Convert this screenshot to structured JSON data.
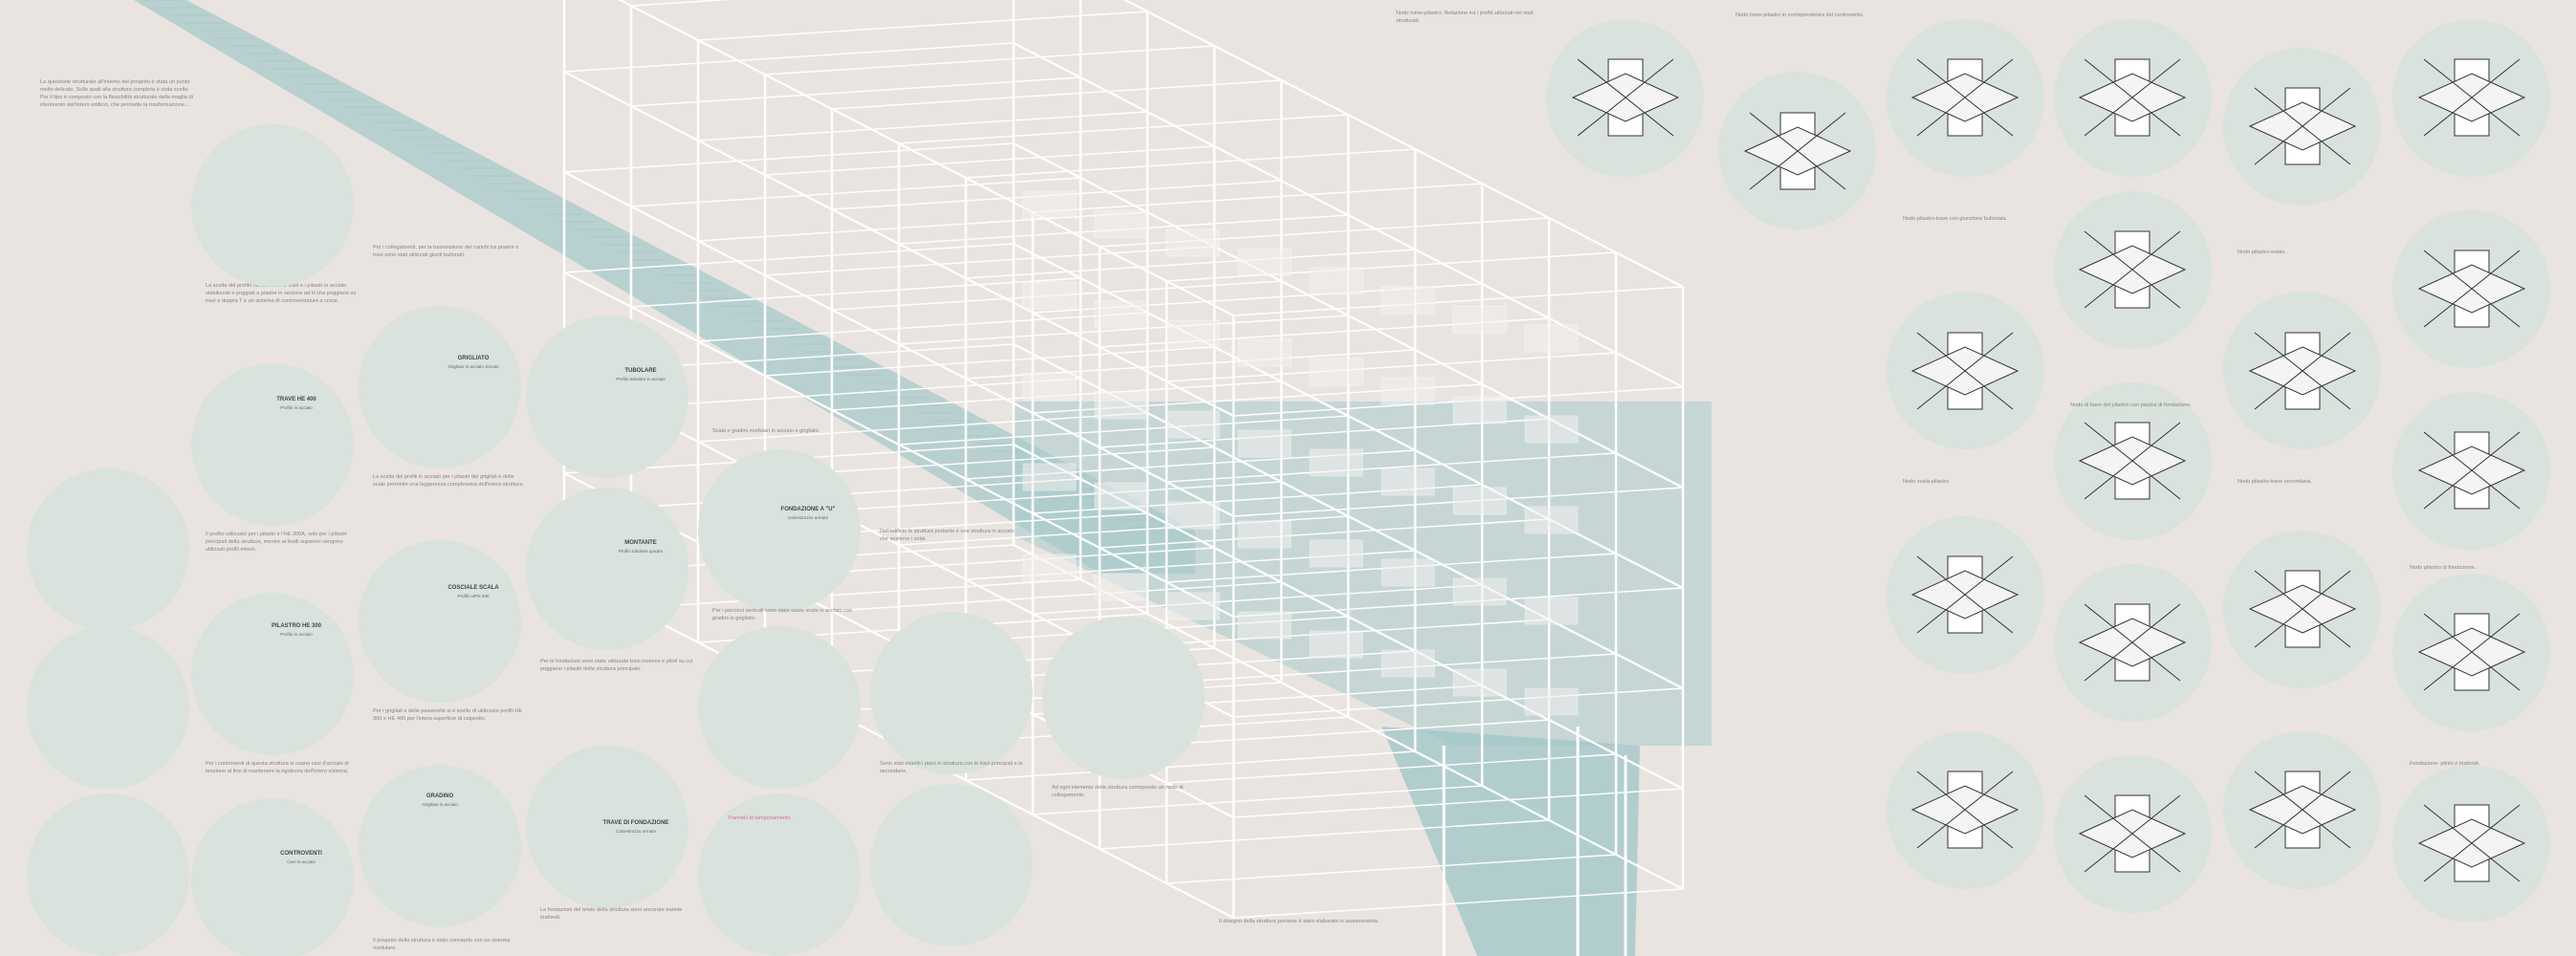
{
  "palette": {
    "background": "#e9e4df",
    "circle_fill": "#d9e2dc",
    "teal": "#9fc5c7",
    "frame": "#ffffff",
    "pink": "#e26aa3"
  },
  "texts": {
    "left_col1_top": "La questione strutturale all'interno del progetto è stata un punto molto delicato. Sulle quali alla struttura completa è stata scelto. Per il tipo è composto con la flessibilità strutturale della maglia di riferimento dell'intero edificio, che permette la trasformazione...",
    "left_col1_mid": "La scelta del profilo ha utilizzato le travi e i pilastri in acciaio stabilizzati e poggiati a piastre in sezione ad H che poggiano su travi a doppia T e un sistema di controventature a croce.",
    "left_col1_low": "Il profilo utilizzato per i pilastri è l'HE 300A, solo per i pilastri principali della struttura, mentre ai livelli superiori vengono utilizzati profili minori.",
    "left_col1_bottom": "Per i controventi di questa struttura si usano cavi d'acciaio di tensione al fine di mantenere la rigidezza dell'intero sistema.",
    "col2_top": "Per i collegamenti, per la trasmissione dei carichi tra piastre e travi sono stati utilizzati giunti bullonati.",
    "col2_mid": "La scelta dei profili in acciaio per i pilastri dei grigliati e delle scale permette una leggerezza complessiva dell'intera struttura.",
    "col2_low": "Per i grigliati e delle passerelle si è scelto di utilizzare profili HE 300 e HE 400 per l'intera superficie di calpestio.",
    "col2_bottom": "Il progetto della struttura è stato concepito con un sistema modulare.",
    "col3_mid": "Per le fondazioni sono state utilizzate travi rovesce e plinti su cui poggiano i pilastri della struttura principale.",
    "col3_bottom": "Le fondazioni del telaio della struttura sono ancorate tramite tirafondi.",
    "stairs_note": "Scala e gradini modulari in acciaio e grigliato.",
    "stairs_caption": "Per i percorsi verticali sono state usate scale in acciaio con gradini in grigliato.",
    "center_bottom_a": "Dell'edificio la struttura portante è una struttura in acciaio che sostiene i solai.",
    "center_bottom_b": "Sono stati inseriti i piani in struttura con le travi principali e le secondarie.",
    "center_bottom_c": "Ad ogni elemento della struttura corrisponde un nodo di collegamento.",
    "center_caption": "Il disegno della struttura portante è stato elaborato in assonometria.",
    "right_intro": "Nodo trave-pilastro. Relazione tra i profili utilizzati nei nodi strutturali.",
    "right_node_a": "Nodo trave-pilastro in corrispondenza del controvento.",
    "right_node_b": "Nodo pilastro-trave con giunzione bullonata.",
    "right_node_c": "Nodo di base del pilastro con piastra di fondazione.",
    "right_node_d": "Nodo scala-pilastro.",
    "right_node_e": "Nodo pilastro-solaio.",
    "right_node_f": "Nodo pilastro-trave secondaria.",
    "right_node_g": "Nodo pilastro di fondazione.",
    "right_node_h": "Fondazione: plinto e tirafondi.",
    "pink_note": "Pannelli di tamponamento"
  },
  "labels": {
    "grigliato": "GRIGLIATO",
    "grigliato_sub": "Grigliato in acciaio zincato",
    "tubolare": "TUBOLARE",
    "tubolare_sub": "Profilo tubolare in acciaio",
    "trave": "TRAVE HE 400",
    "trave_sub": "Profilo in acciaio",
    "fondazione": "FONDAZIONE A \"U\"",
    "fondazione_sub": "Calcestruzzo armato",
    "pilastro": "PILASTRO HE 300",
    "pilastro_sub": "Profilo in acciaio",
    "scala": "COSCIALE SCALA",
    "scala_sub": "Profilo UPN 200",
    "montante": "MONTANTE",
    "montante_sub": "Profilo tubolare quadro",
    "gradino": "GRADINO",
    "gradino_sub": "Grigliato in acciaio",
    "controvento": "CONTROVENTI",
    "controvento_sub": "Cavi in acciaio",
    "trave_fond": "TRAVE DI FONDAZIONE",
    "trave_fond_sub": "Calcestruzzo armato"
  }
}
